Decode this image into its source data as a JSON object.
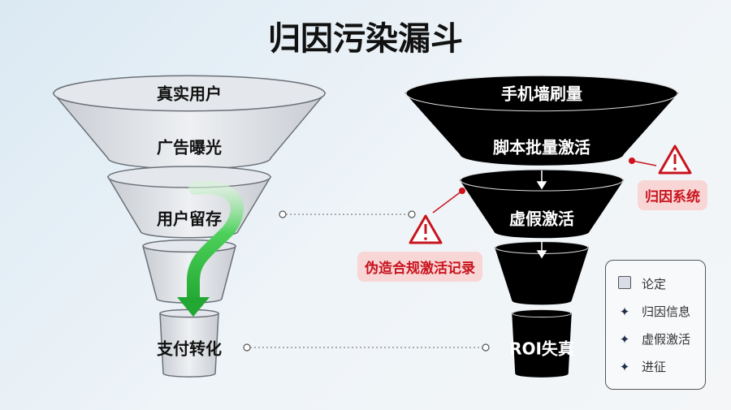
{
  "title": "归因污染漏斗",
  "left_funnel": {
    "stages": [
      "真实用户",
      "广告曝光",
      "用户留存",
      "支付转化"
    ],
    "fill": "#dde1e6"
  },
  "right_funnel": {
    "stages": [
      "手机墙刷量",
      "脚本批量激活",
      "虚假激活",
      "ROI失真"
    ],
    "fill": "#000000"
  },
  "warnings": [
    {
      "label": "归因系统"
    },
    {
      "label": "伪造合规激活记录"
    }
  ],
  "legend": {
    "items": [
      {
        "icon": "square-icon",
        "label": "论定"
      },
      {
        "icon": "sparkle-icon",
        "label": "归因信息"
      },
      {
        "icon": "sparkle-icon",
        "label": "虚假激活"
      },
      {
        "icon": "sparkle-icon",
        "label": "进征"
      }
    ]
  },
  "colors": {
    "warning": "#d0101a",
    "arrow": "#3cc04a"
  }
}
